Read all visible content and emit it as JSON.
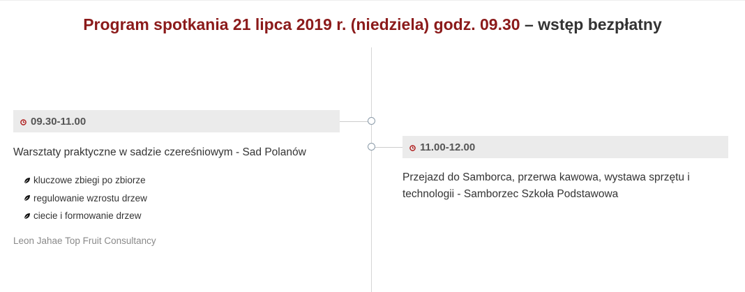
{
  "header": {
    "title_red": "Program spotkania 21 lipca 2019 r. (niedziela) godz. 09.30",
    "title_dark": " – wstęp bezpłatny"
  },
  "timeline": {
    "events": [
      {
        "time": "09.30-11.00",
        "title": "Warsztaty praktyczne w sadzie czereśniowym - Sad Polanów",
        "bullets": [
          "kluczowe zbiegi po zbiorze",
          "regulowanie wzrostu drzew",
          "ciecie i formowanie drzew"
        ],
        "speaker": "Leon Jahae Top Fruit Consultancy"
      },
      {
        "time": "11.00-12.00",
        "title": "Przejazd do Samborca, przerwa kawowa, wystawa sprzętu i technologii - Samborzec Szkoła Podstawowa"
      }
    ]
  },
  "icons": {
    "time": "clock-icon",
    "bullet": "leaf-icon"
  },
  "colors": {
    "title_accent": "#8b1a1a",
    "title_dark": "#333333",
    "time_bar_bg": "#ebebeb",
    "clock_icon": "#b01e1e",
    "node_border": "#8a9aa8"
  }
}
